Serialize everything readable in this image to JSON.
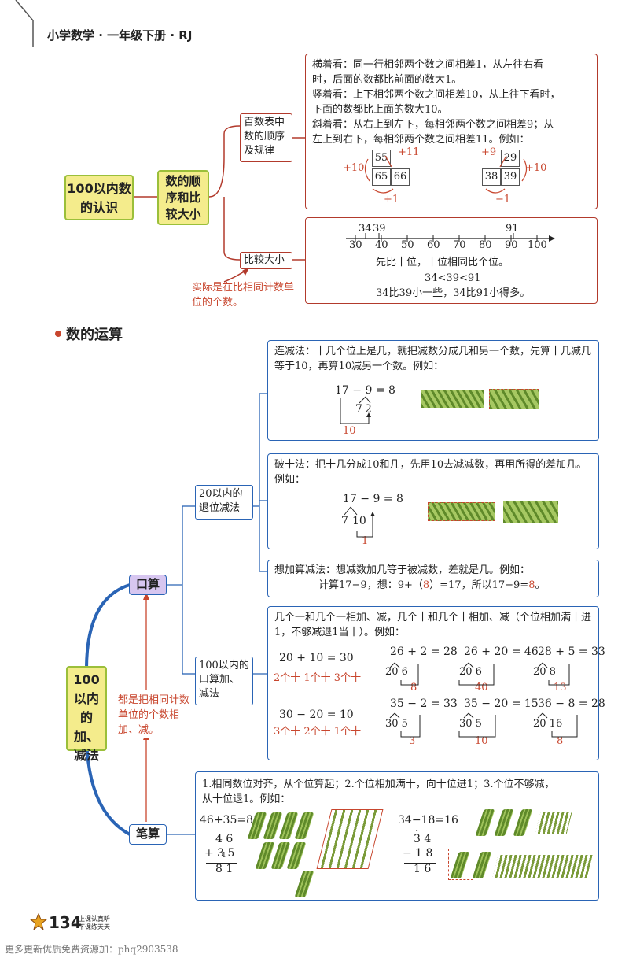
{
  "header": {
    "title": "小学数学 · 一年级下册 · RJ"
  },
  "section1": {
    "root": "100以内数的认识",
    "branch": "数的顺序和比较大小",
    "node_order": "百数表中数的顺序及规律",
    "node_compare": "比较大小",
    "note_compare": "实际是在比相同计数单位的个数。",
    "order_lines": [
      "横着看：同一行相邻两个数之间相差1，从左往右看",
      "时，后面的数都比前面的数大1。",
      "竖着看：上下相邻两个数之间相差10，从上往下看时，",
      "下面的数都比上面的数大10。",
      "斜着看：从右上到左下，每相邻两个数之间相差9；从",
      "左上到右下，每相邻两个数之间相差11。例如："
    ],
    "grid1": {
      "cells": [
        "55",
        "65",
        "66"
      ],
      "plus11": "+11",
      "plus10": "+10",
      "plus1": "+1"
    },
    "grid2": {
      "cells": [
        "29",
        "38",
        "39"
      ],
      "plus9": "+9",
      "plus10": "+10",
      "minus1": "−1"
    },
    "numberline": {
      "ticks": [
        "30",
        "40",
        "50",
        "60",
        "70",
        "80",
        "90",
        "100"
      ],
      "marks": [
        "34",
        "39",
        "91"
      ]
    },
    "compare_lines": [
      "先比十位，十位相同比个位。",
      "34<39<91",
      "34比39小一些，34比91小得多。"
    ]
  },
  "section2": {
    "heading": "数的运算",
    "root": "100以内的加、减法",
    "oral": "口算",
    "written": "笔算",
    "note_vertical": "都是把相同计数单位的个数相加、减。",
    "node_retreat": "20以内的退位减法",
    "node_100": "100以内的口算加、减法",
    "lianjian_text": "连减法：十几个位上是几，就把减数分成几和另一个数，先算十几减几等于10，再算10减另一个数。例如：",
    "lianjian_eq": "17 − 9 = 8",
    "lianjian_split": [
      "7",
      "2"
    ],
    "lianjian_ten": "10",
    "poshi_text": "破十法：把十几分成10和几，先用10去减减数，再用所得的差加几。例如：",
    "poshi_eq": "17 − 9 = 8",
    "poshi_split": [
      "7",
      "10"
    ],
    "poshi_one": "1",
    "xiangjia_text": "想加算减法：想减数加几等于被减数，差就是几。例如：",
    "xiangjia_eq_a": "计算17−9，想：9+（",
    "xiangjia_eq_b": "8",
    "xiangjia_eq_c": "）=17，所以17−9=",
    "xiangjia_eq_d": "8",
    "xiangjia_eq_e": "。",
    "oral100_text": "几个一和几个一相加、减，几个十和几个十相加、减（个位相加满十进1，不够减退1当十）。例如：",
    "ex_tens_add": {
      "eq": "20  +  10   =  30",
      "red": "2个十  1个十  3个十"
    },
    "ex_tens_sub": {
      "eq": "30  −  20  =  10",
      "red": "3个十  2个十  1个十"
    },
    "examples": [
      {
        "eq": "26 + 2 = 28",
        "split": "20 6",
        "res": "8"
      },
      {
        "eq": "26 + 20 = 46",
        "split": "20 6",
        "res": "40"
      },
      {
        "eq": "28 + 5 = 33",
        "split": "20 8",
        "res": "13"
      },
      {
        "eq": "35 − 2 = 33",
        "split": "30 5",
        "res": "3"
      },
      {
        "eq": "35 − 20 = 15",
        "split": "30 5",
        "res": "10"
      },
      {
        "eq": "36 − 8 = 28",
        "split": "20 16",
        "res": "8"
      }
    ],
    "written_text1": "1.相同数位对齐，从个位算起；2.个位相加满十，向十位进1；3.个位不够减，",
    "written_text2": "从十位退1。例如：",
    "w_add": {
      "eq": "46+35=81",
      "r1": "4 6",
      "r2": "+ 3 5",
      "carry": "1",
      "r3": "8 1"
    },
    "w_sub": {
      "eq": "34−18=16",
      "r1": "3 4",
      "dot": "·",
      "r2": "− 1 8",
      "r3": "1 6"
    }
  },
  "footer": {
    "page": "134",
    "slogan1": "上课认真听",
    "slogan2": "下课练天天",
    "watermark": "更多更新优质免费资源加：phq2903538"
  },
  "colors": {
    "red": "#b23a2c",
    "blue": "#2a64b5",
    "yellow": "#f4ec8c",
    "purple": "#d7c6f0",
    "green": "#7b9b3a"
  }
}
